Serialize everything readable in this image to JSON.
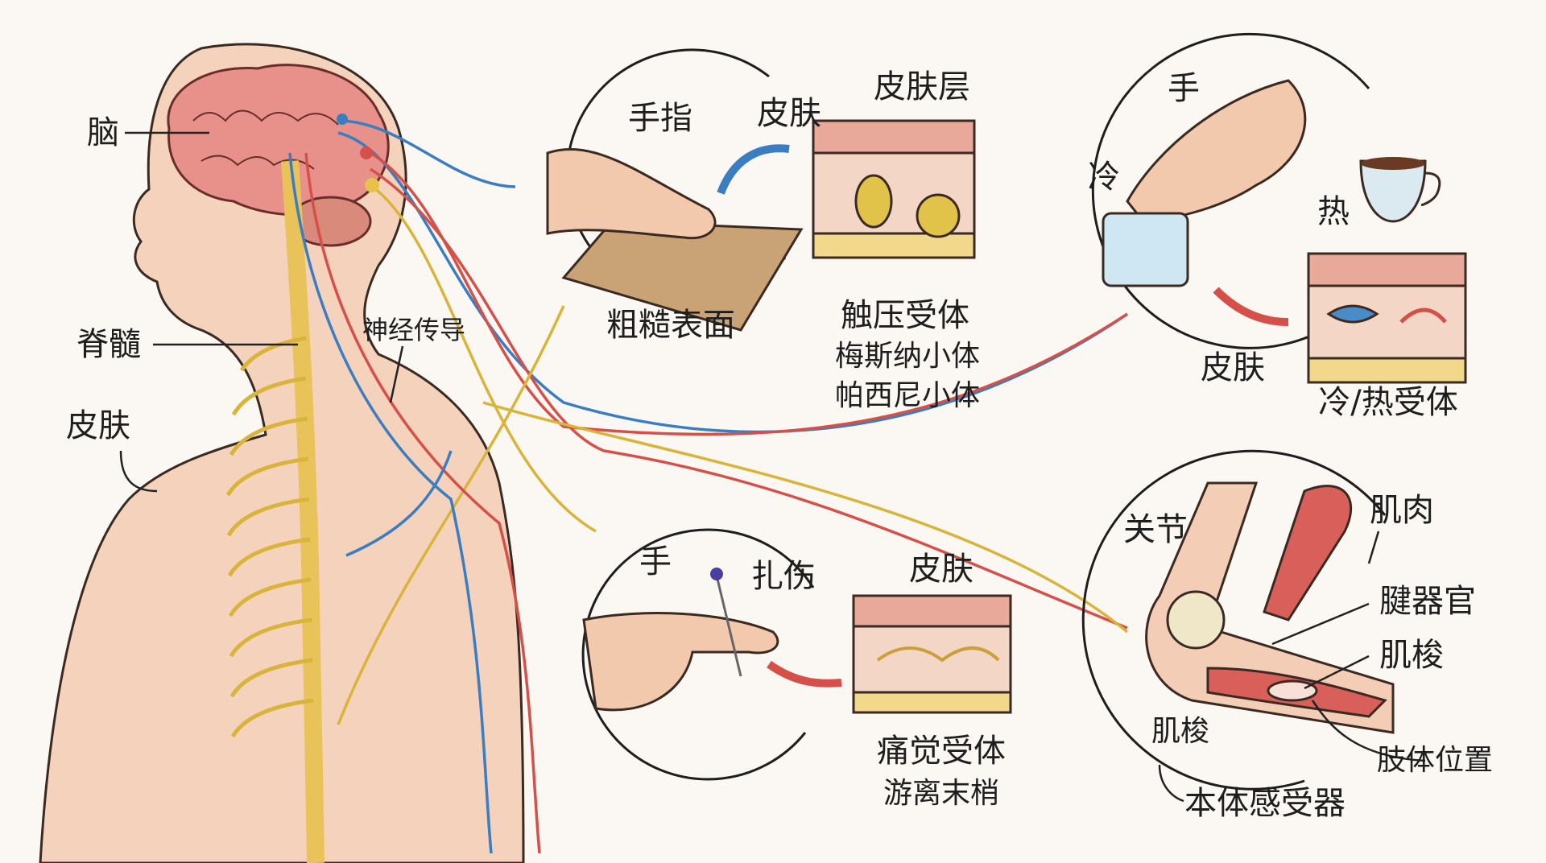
{
  "colors": {
    "skin": "#f3c9ae",
    "brain": "#e58a86",
    "nerve_blue": "#3a7dc0",
    "nerve_red": "#d6504a",
    "nerve_yellow": "#d9b43a",
    "background": "#fbf8f3"
  },
  "body": {
    "brain": "脑",
    "spinal_cord": "脊髓",
    "skin": "皮肤",
    "nerve_conduction": "神经传导"
  },
  "touch": {
    "finger": "手指",
    "skin": "皮肤",
    "skin_layers": "皮肤层",
    "rough_surface": "粗糙表面",
    "receptor": "触压受体",
    "meissner": "梅斯纳小体",
    "pacinian": "帕西尼小体"
  },
  "temperature": {
    "hand": "手",
    "cold": "冷",
    "hot": "热",
    "skin": "皮肤",
    "receptor": "冷/热受体"
  },
  "pain": {
    "hand": "手",
    "prick": "扎伤",
    "skin": "皮肤",
    "receptor": "痛觉受体",
    "free_endings": "游离末梢"
  },
  "proprio": {
    "joint": "关节",
    "muscle": "肌肉",
    "tendon_organ": "腱器官",
    "spindle": "肌梭",
    "spindle2": "肌梭",
    "limb_position": "肢体位置",
    "title": "本体感受器"
  }
}
